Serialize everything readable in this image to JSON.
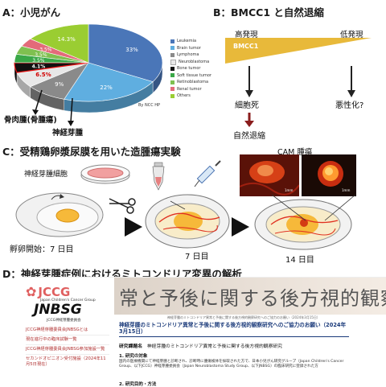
{
  "sections": {
    "a_title": "A：小児がん",
    "b_title": "B：BMCC1 と自然退縮",
    "c_title": "C：受精鶏卵漿尿膜を用いた造腫瘍実験",
    "d_title": "D：神経芽腫症例におけるミトコンドリア変異の解析"
  },
  "chart_data": {
    "type": "pie",
    "categories": [
      "Leukemia",
      "Brain tumor",
      "Lymphoma",
      "Neuroblastoma",
      "Bone tumor",
      "Soft tissue tumor",
      "Retinoblastoma",
      "Renal tumor",
      "Others"
    ],
    "values": [
      33,
      22,
      9,
      6.5,
      4.1,
      3.5,
      3.5,
      3.5,
      14.3
    ],
    "slice_labels": [
      "33%",
      "22%",
      "9%",
      "6.5%",
      "4.1%",
      "3.5%",
      "3.5%",
      "3.5%",
      "14.3%"
    ],
    "colors": [
      "#4a76b8",
      "#5faee0",
      "#8a8a8a",
      "#e8e8e8",
      "#111111",
      "#3aa848",
      "#7fc050",
      "#e36b7a",
      "#9acd32"
    ],
    "source": "By NCC HP",
    "legend_position": "right"
  },
  "panel_a": {
    "bone_label": "骨肉腫(骨腫瘍)",
    "nb_label": "神経芽腫"
  },
  "panel_b": {
    "high": "高発現",
    "low": "低発現",
    "gene": "BMCC1",
    "death": "細胞死",
    "malignant": "悪性化?",
    "regression": "自然退縮"
  },
  "panel_c": {
    "cells": "神経芽腫細胞",
    "cam_tumor": "CAM 腫瘍",
    "day0": "孵卵開始：",
    "day7a": "7 日目",
    "day7b": "7 日目",
    "day14": "14 日目",
    "scale_bar": "1mm"
  },
  "panel_d": {
    "logo_jccg": "JCCG",
    "logo_sub": "Japan Children's Cancer Group",
    "logo_jnbsg": "JNBSG",
    "logo_jnbsg_sub": "JCCG神経芽腫委員会",
    "nav_items": [
      "JCCG神経芽腫委員会JNBSGとは",
      "現在進行中の臨床試験一覧",
      "JCCG神経芽腫委員会JNBSG参加施設一覧",
      "セカンドオピニオン受付施設（2024年11月5日現在）"
    ],
    "banner_text": "常と予後に関する後方視的観察研究",
    "page_heading": "神経芽腫のミトコンドリア異常と予後に関する後方視的観察研究へのご協力のお願い（2024年3月15日）",
    "breadcrumb": "神経芽腫のミトコンドリア異常と予後に関する後方視的観察研究へのご協力のお願い（2024年3月15日）",
    "study_label": "研究課題名",
    "study_title": "神経芽腫のミトコンドリア異常と予後に関する後方視的観察研究",
    "section1": "1. 研究の対象",
    "body_text": "国内の医療機関にて神経芽腫と診断され、診断時に腫瘍検体を採取された方で、日本小児がん研究グループ（Japan Children's Cancer Group、以下JCCG）神経芽腫委員会（Japan Neuroblastoma Study Group、以下JNBSG）の臨床研究に登録された方",
    "section2": "2. 研究目的・方法"
  }
}
